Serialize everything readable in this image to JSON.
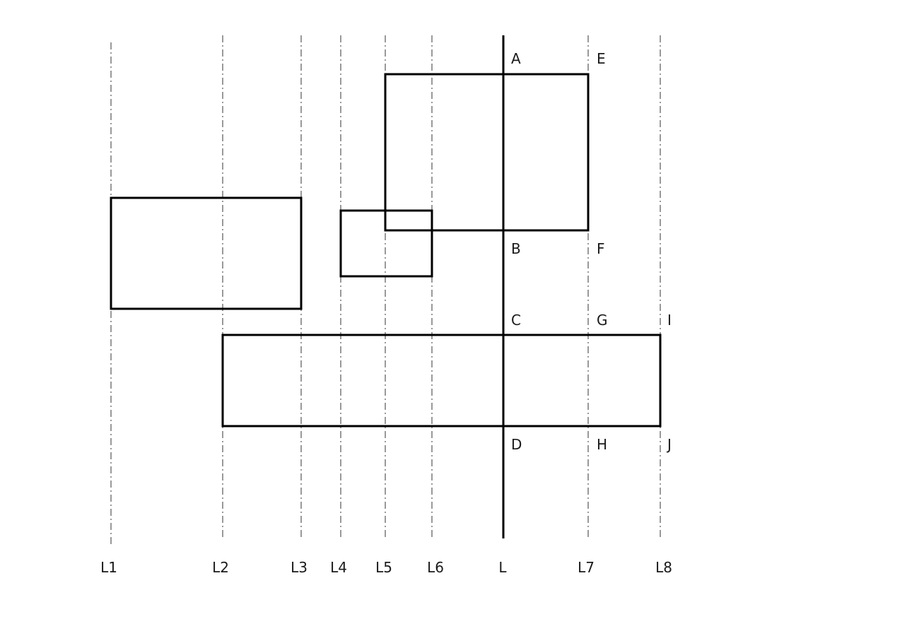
{
  "vertical_lines": [
    {
      "id": "L1",
      "label": "L1"
    },
    {
      "id": "L2",
      "label": "L2"
    },
    {
      "id": "L3",
      "label": "L3"
    },
    {
      "id": "L4",
      "label": "L4"
    },
    {
      "id": "L5",
      "label": "L5"
    },
    {
      "id": "L6",
      "label": "L6"
    },
    {
      "id": "L",
      "label": "L"
    },
    {
      "id": "L7",
      "label": "L7"
    },
    {
      "id": "L8",
      "label": "L8"
    }
  ],
  "points": {
    "A": "A",
    "B": "B",
    "C": "C",
    "D": "D",
    "E": "E",
    "F": "F",
    "G": "G",
    "H": "H",
    "I": "I",
    "J": "J"
  }
}
